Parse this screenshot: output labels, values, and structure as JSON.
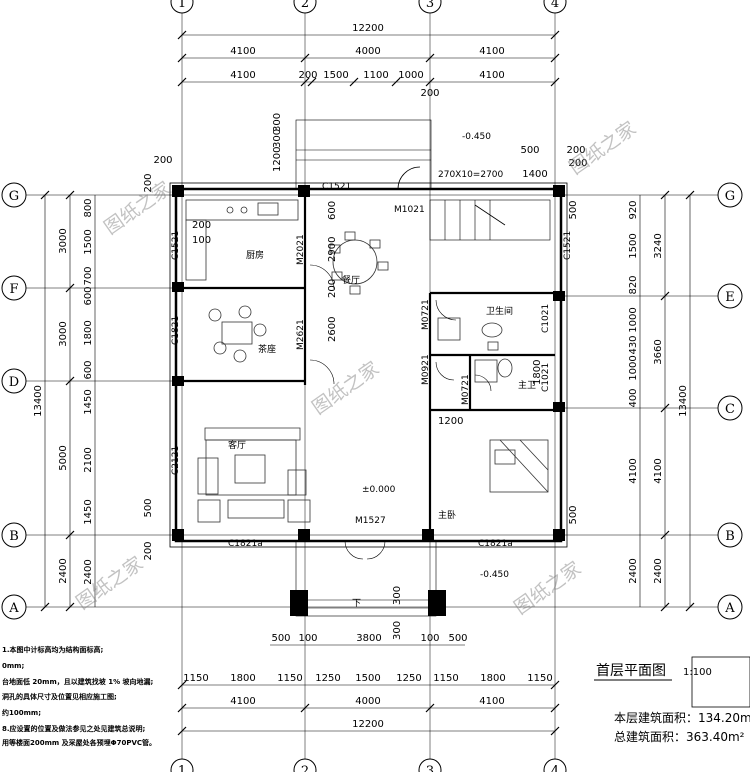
{
  "title": "首层平面图",
  "scale": "1:100",
  "areas": {
    "floor_area": "本层建筑面积：134.20m²",
    "total_area": "总建筑面积：363.40m²"
  },
  "axes": {
    "columns": [
      "1",
      "2",
      "3",
      "4"
    ],
    "rows_left": [
      "G",
      "F",
      "D",
      "B",
      "A"
    ],
    "rows_right": [
      "G",
      "E",
      "C",
      "B",
      "A"
    ]
  },
  "rooms": {
    "kitchen": "厨房",
    "dining": "餐厅",
    "tea": "茶座",
    "living": "客厅",
    "bath": "卫生间",
    "master_bath": "主卫",
    "master_bed": "主卧"
  },
  "tags": {
    "c1521_top": "C1521",
    "m1021": "M1021",
    "stair": "270X10=2700",
    "m2021": "M2021",
    "m2621": "M2621",
    "m0721a": "M0721",
    "m0921": "M0921",
    "m0721b": "M0721",
    "c1521_left": "C1521",
    "c1821_left": "C1821",
    "c2121": "C2121",
    "c1521_right": "C1521",
    "c1021a": "C1021",
    "c1021b": "C1021",
    "m1527": "M1527",
    "c1821a_l": "C1821a",
    "c1821a_r": "C1821a",
    "lvl_top": "-0.450",
    "lvl_zero": "±0.000",
    "lvl_bot": "-0.450",
    "down": "下"
  },
  "dims_top": {
    "total": "12200",
    "row1": [
      "4100",
      "4000",
      "4100"
    ],
    "row2": [
      "4100",
      "200",
      "1500",
      "1100",
      "1000",
      "4100"
    ],
    "extra": [
      "200",
      "1200",
      "300",
      "300",
      "500",
      "200",
      "200",
      "1400",
      "200"
    ]
  },
  "dims_bottom": {
    "row1": [
      "500",
      "100",
      "3800",
      "100",
      "500",
      "300",
      "300"
    ],
    "row2": [
      "1150",
      "1800",
      "1150",
      "1250",
      "1500",
      "1250",
      "1150",
      "1800",
      "1150"
    ],
    "row3": [
      "4100",
      "4000",
      "4100"
    ],
    "total": "12200"
  },
  "dims_left": {
    "total": "13400",
    "mid": [
      "3000",
      "3000",
      "5000",
      "2400"
    ],
    "inner": [
      "800",
      "1500",
      "700",
      "600",
      "1800",
      "600",
      "1450",
      "2100",
      "1450",
      "200",
      "2400",
      "500",
      "200"
    ]
  },
  "dims_right": {
    "total": "13400",
    "mid": [
      "3240",
      "3660",
      "4100",
      "2400"
    ],
    "inner": [
      "920",
      "1500",
      "820",
      "1000",
      "430",
      "1000",
      "400",
      "4100",
      "500",
      "2400",
      "500"
    ]
  },
  "interior_dims": [
    "2900",
    "200",
    "2600",
    "600",
    "1800",
    "1200",
    "100",
    "200"
  ],
  "notes": [
    "1.本图中计标高均为结构面标高;",
    "0mm;",
    "台地面低 20mm，且以建筑找坡 1% 坡向地漏;",
    "洞孔的具体尺寸及位置见相应施工图;",
    "约100mm;",
    "8.应设置的位置及做法参见之处见建筑总说明;",
    "用等楼面200mm 及采屋处各预埋Φ70PVC管。"
  ],
  "watermark": "图纸之家"
}
